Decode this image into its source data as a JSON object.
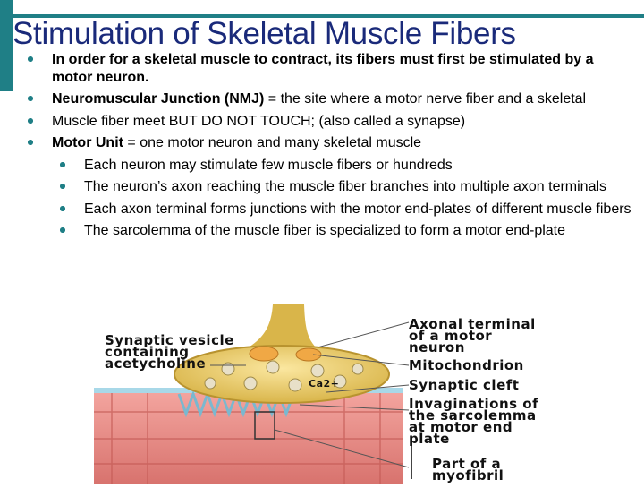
{
  "slide": {
    "title": "Stimulation of Skeletal Muscle Fibers",
    "bullets": [
      {
        "level": 1,
        "parts": [
          {
            "text": "In order for a skeletal muscle to contract, its fibers must first be stimulated by a motor neuron.",
            "bold": true
          }
        ]
      },
      {
        "level": 1,
        "parts": [
          {
            "text": "Neuromuscular Junction (NMJ)",
            "bold": true
          },
          {
            "text": " = the site where a motor nerve fiber and a skeletal",
            "bold": false
          }
        ]
      },
      {
        "level": 1,
        "parts": [
          {
            "text": "Muscle fiber meet BUT DO NOT TOUCH; (also called a synapse)",
            "bold": false
          }
        ]
      },
      {
        "level": 1,
        "parts": [
          {
            "text": "Motor Unit",
            "bold": true
          },
          {
            "text": " = one motor neuron and many skeletal muscle",
            "bold": false
          }
        ]
      },
      {
        "level": 2,
        "parts": [
          {
            "text": "Each neuron may stimulate few muscle fibers or hundreds",
            "bold": false
          }
        ]
      },
      {
        "level": 2,
        "parts": [
          {
            "text": "The neuron’s axon reaching the muscle fiber branches into multiple axon terminals",
            "bold": false
          }
        ]
      },
      {
        "level": 2,
        "parts": [
          {
            "text": "Each axon terminal forms junctions with the motor end-plates of different muscle fibers",
            "bold": false
          }
        ]
      },
      {
        "level": 2,
        "parts": [
          {
            "text": "The sarcolemma of the muscle fiber is specialized to form a motor end-plate",
            "bold": false
          }
        ]
      }
    ]
  },
  "figure": {
    "labels": {
      "synaptic_vesicle": "Synaptic vesicle\ncontaining\nacetycholine",
      "axonal_terminal": "Axonal terminal\nof a motor\nneuron",
      "mitochondrion": "Mitochondrion",
      "synaptic_cleft": "Synaptic cleft",
      "invaginations": "Invaginations of\nthe sarcolemma\nat motor end\nplate",
      "myofibril": "Part of a\nmyofibril",
      "calcium": "Ca2+"
    }
  },
  "colors": {
    "accent": "#1f7f86",
    "title": "#1a2a7a",
    "terminal": "#e6c85a",
    "muscle": "#e88a86"
  }
}
